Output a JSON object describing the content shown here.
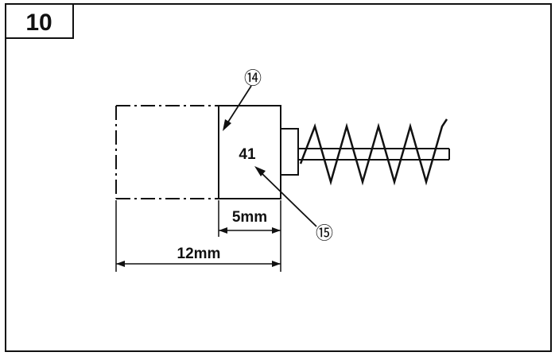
{
  "figure": {
    "step_number": "10",
    "part_number": "41",
    "callouts": {
      "upper": "⑭",
      "lower": "⑮"
    },
    "dimensions": {
      "inner": "5mm",
      "overall": "12mm"
    }
  },
  "colors": {
    "ink": "#111111",
    "background": "#ffffff"
  }
}
